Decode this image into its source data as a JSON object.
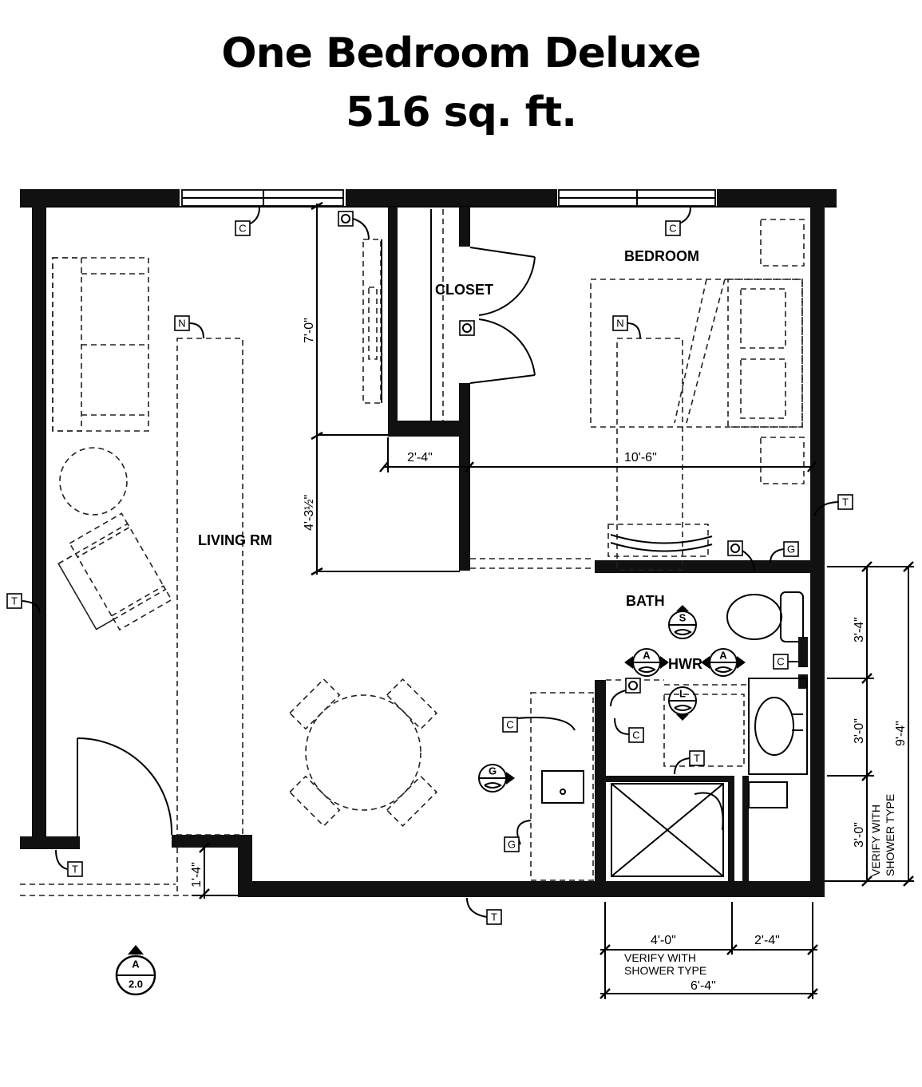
{
  "title": "One Bedroom Deluxe",
  "subtitle": "516 sq. ft.",
  "rooms": {
    "living": "LIVING RM",
    "bedroom": "BEDROOM",
    "closet": "CLOSET",
    "bath": "BATH",
    "hwr": "HWR"
  },
  "dimensions": {
    "closet_height": "7'-0\"",
    "lower_height": "4'-3½\"",
    "hall_width": "2'-4\"",
    "bedroom_width": "10'-6\"",
    "entry_step": "1'-4\"",
    "bath_top": "3'-4\"",
    "bath_mid": "3'-0\"",
    "bath_low": "3'-0\"",
    "bath_total": "9'-4\"",
    "shower_width": "4'-0\"",
    "side_width": "2'-4\"",
    "bottom_total": "6'-4\""
  },
  "notes": {
    "verify_vertical_1": "VERIFY WITH",
    "verify_vertical_2": "SHOWER TYPE",
    "verify_bottom_1": "VERIFY  WITH",
    "verify_bottom_2": "SHOWER TYPE"
  },
  "section_marker": {
    "letter": "A",
    "sheet": "2.0"
  },
  "tags": {
    "c": "C",
    "n": "N",
    "t": "T",
    "g": "G",
    "s": "S",
    "a": "A",
    "l": "L"
  }
}
